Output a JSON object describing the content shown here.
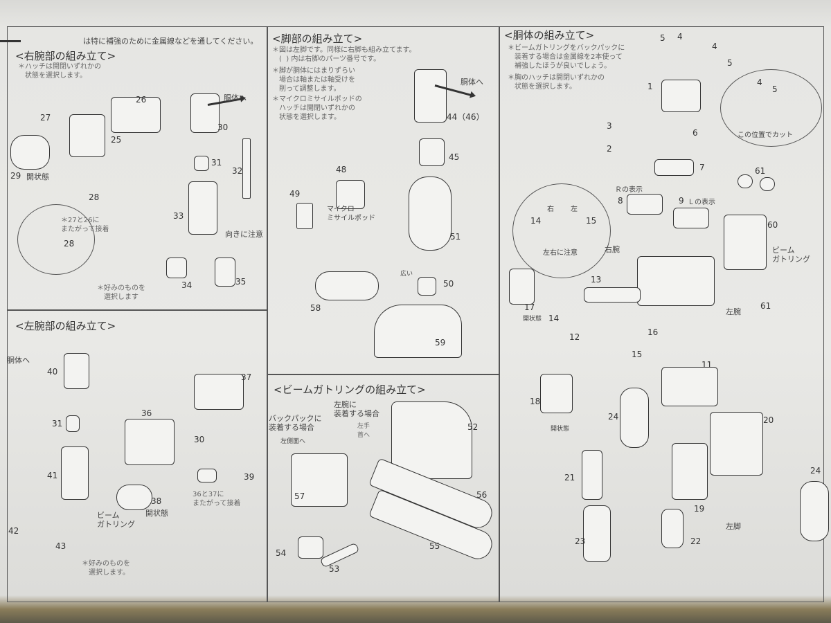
{
  "header_note": "は特に補強のために金属線などを通してください。",
  "right_arm": {
    "title": "<右腕部の組み立て>",
    "note": "＊ハッチは開閉いずれかの\n　状態を選択します。",
    "bubble_note": "＊27と26に\nまたがって接着",
    "choice_note": "＊好みのものを\n　選択します",
    "to_body": "胴体へ",
    "orientation": "向きに注意",
    "hatch_closed": "開状態",
    "parts": [
      "26",
      "27",
      "25",
      "29",
      "28",
      "28",
      "30",
      "31",
      "32",
      "33",
      "34",
      "35"
    ]
  },
  "left_arm": {
    "title": "<左腕部の組み立て>",
    "to_body": "胴体へ",
    "bond_note": "36と37に\nまたがって接着",
    "hatch_closed": "開状態",
    "beam_gatling": "ビーム\nガトリング",
    "choice_note": "＊好みのものを\n　選択します。",
    "parts": [
      "40",
      "31",
      "41",
      "42",
      "43",
      "37",
      "36",
      "30",
      "39",
      "38"
    ]
  },
  "leg": {
    "title": "<脚部の組み立て>",
    "note1": "＊図は左脚です。同様に右脚も組み立てます。\n　(  ) 内は右脚のパーツ番号です。",
    "note2": "＊脚が胴体にはまりずらい\n　場合は軸または軸受けを\n　削って調整します。",
    "note3": "＊マイクロミサイルポッドの\n　ハッチは開閉いずれかの\n　状態を選択します。",
    "to_body": "胴体へ",
    "micro_missile_pod": "マイクロ\nミサイルポッド",
    "wide": "広い",
    "parts": [
      "44（46）",
      "45",
      "48",
      "49",
      "51",
      "50",
      "58",
      "59"
    ]
  },
  "gatling": {
    "title": "<ビームガトリングの組み立て>",
    "left_arm_mount": "左腕に\n装着する場合",
    "left_hand": "左手\n首へ",
    "backpack_mount": "バックパックに\n装着する場合",
    "left_side": "左側面へ",
    "parts": [
      "52",
      "57",
      "56",
      "55",
      "54",
      "53"
    ]
  },
  "body": {
    "title": "<胴体の組み立て>",
    "note1": "＊ビームガトリングをバックパックに\n　装着する場合は金属線を2本使って\n　補強したほうが良いでしょう。",
    "note2": "＊胸のハッチは開閉いずれかの\n　状態を選択します。",
    "cut_note": "この位置でカット",
    "r_mark": "Ｒの表示",
    "l_mark": "Ｌの表示",
    "right": "右",
    "left": "左",
    "lr_caution": "左右に注意",
    "right_arm": "右腕",
    "left_arm": "左腕",
    "left_leg": "左脚",
    "beam_gatling": "ビーム\nガトリング",
    "hatch_closed": "開状態",
    "parts": [
      "5",
      "4",
      "4",
      "5",
      "1",
      "3",
      "2",
      "6",
      "7",
      "4",
      "5",
      "8",
      "9",
      "61",
      "60",
      "61",
      "14",
      "15",
      "13",
      "17",
      "14",
      "12",
      "16",
      "15",
      "11",
      "18",
      "24",
      "20",
      "21",
      "19",
      "24",
      "23",
      "22"
    ]
  }
}
